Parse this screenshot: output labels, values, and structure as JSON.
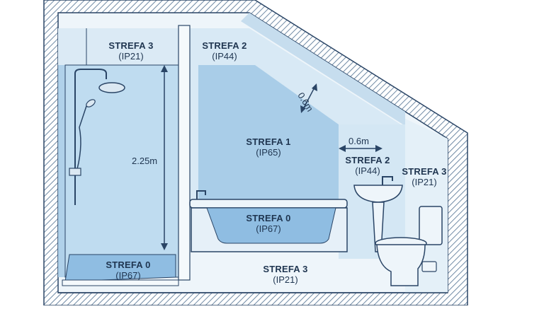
{
  "zones": {
    "shower_top": {
      "name": "STREFA 3",
      "rating": "(IP21)"
    },
    "bath_above": {
      "name": "STREFA 2",
      "rating": "(IP44)"
    },
    "bath_main": {
      "name": "STREFA 1",
      "rating": "(IP65)"
    },
    "bath_tub": {
      "name": "STREFA 0",
      "rating": "(IP67)"
    },
    "shower_tray": {
      "name": "STREFA 0",
      "rating": "(IP67)"
    },
    "basin_zone": {
      "name": "STREFA 2",
      "rating": "(IP44)"
    },
    "right_zone": {
      "name": "STREFA 3",
      "rating": "(IP21)"
    },
    "floor_zone": {
      "name": "STREFA 3",
      "rating": "(IP21)"
    }
  },
  "dimensions": {
    "shower_height": "2.25m",
    "slope_offset": "0.6m",
    "basin_offset": "0.6m"
  },
  "colors": {
    "outline": "#2a4566",
    "zone_light": "#e4f0f8",
    "zone_mid": "#cfe3f1",
    "zone_strong": "#a9cde8",
    "zone_water": "#8fbde2",
    "wall_hatch": "#6f8aa5"
  }
}
